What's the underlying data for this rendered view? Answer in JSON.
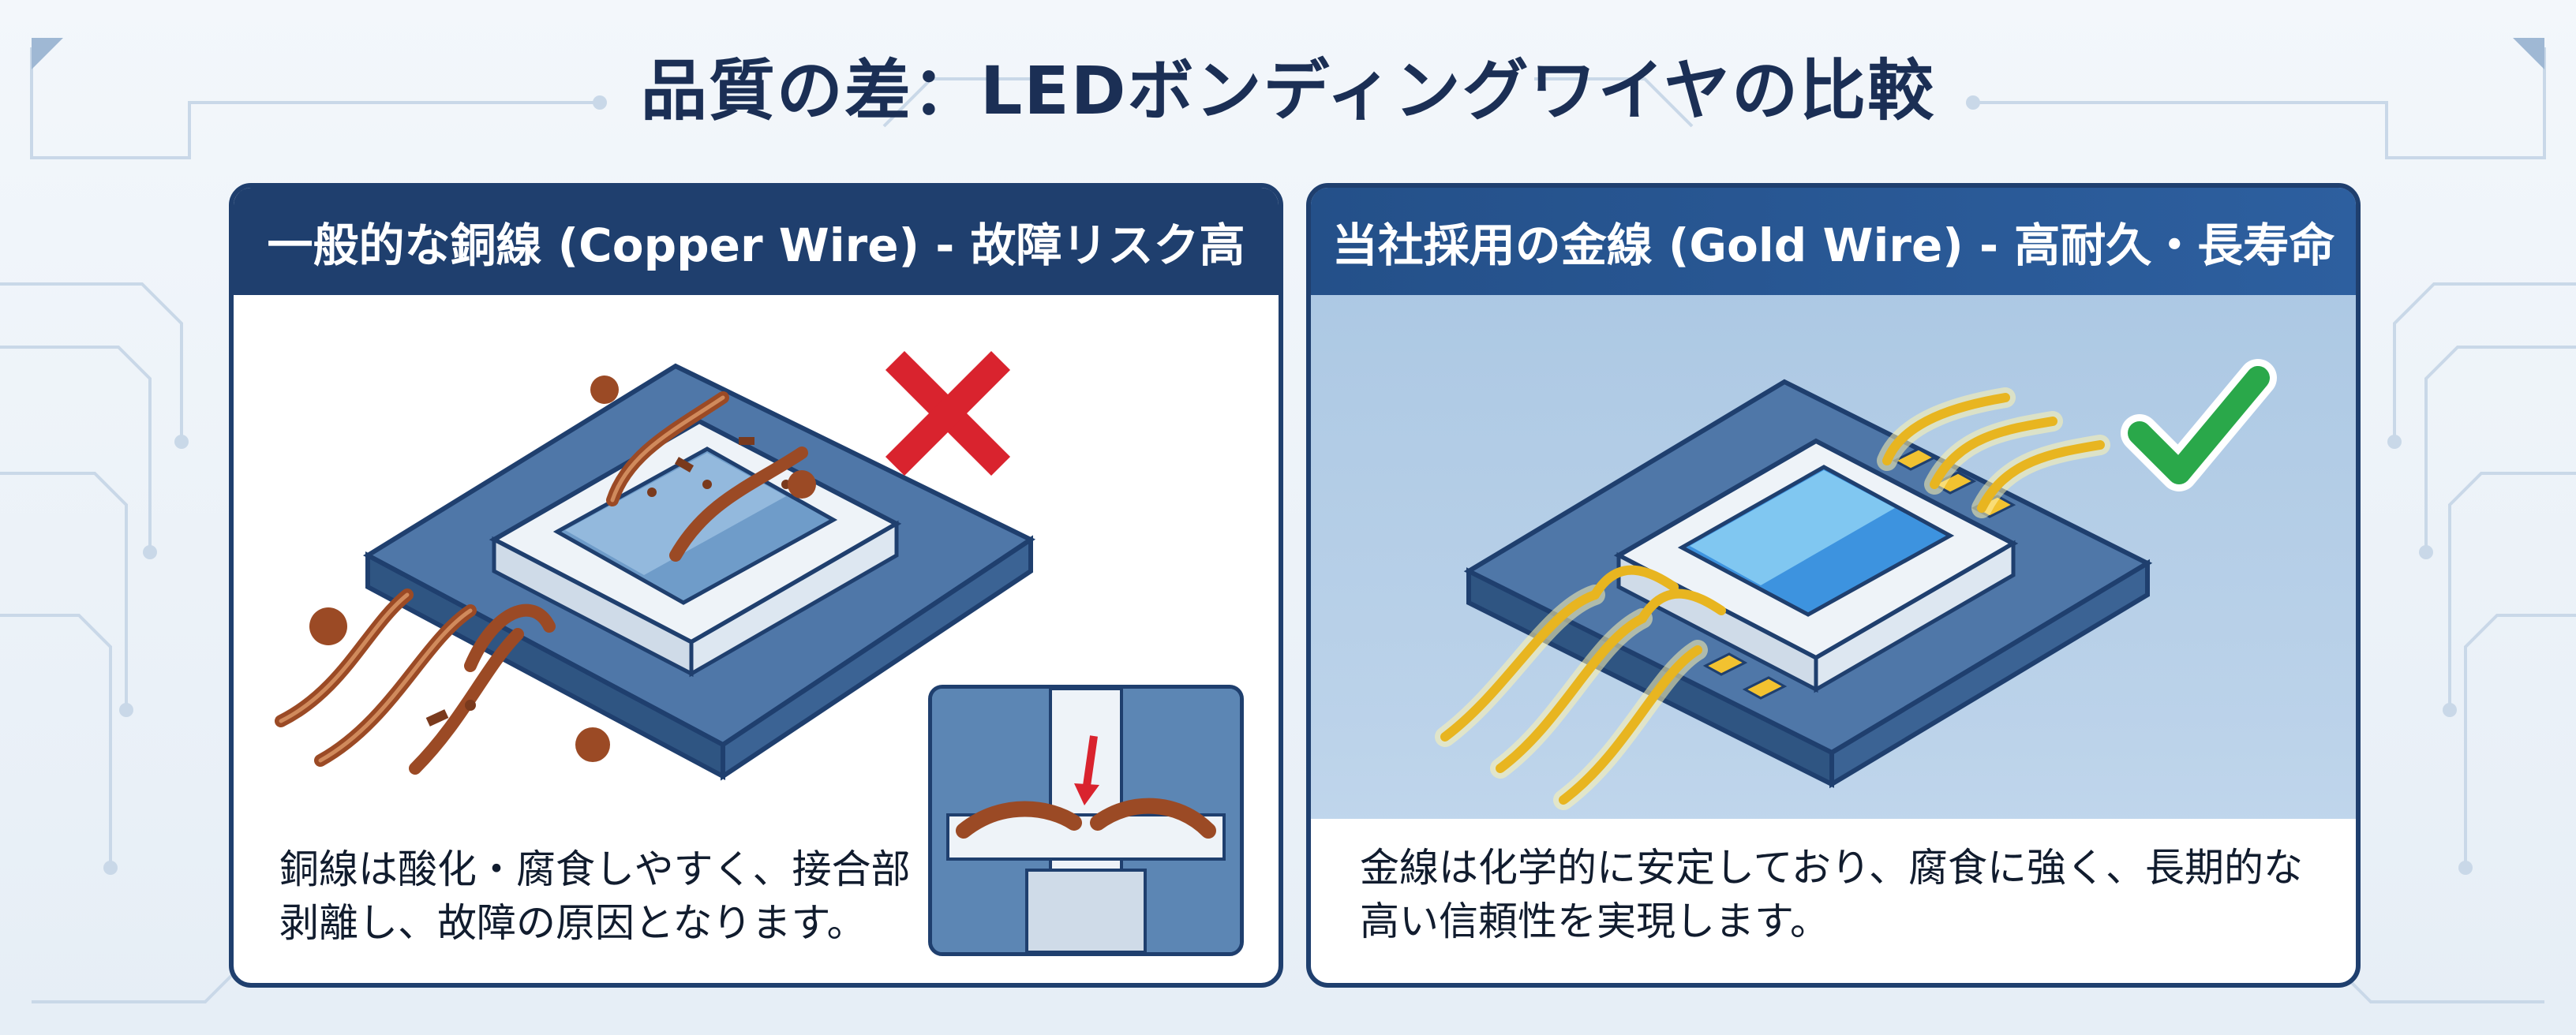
{
  "page": {
    "title": "品質の差：LEDボンディングワイヤの比較"
  },
  "colors": {
    "navy": "#1f3f6e",
    "copper": "#a6532c",
    "gold": "#f2c230",
    "cross_red": "#d9232e",
    "check_green": "#2aa84a",
    "chip_blue": "#4da3e0"
  },
  "left_panel": {
    "header": "一般的な銅線 (Copper Wire) - 故障リスク高",
    "caption_line1": "銅線は酸化・腐食しやすく、接合部",
    "caption_line2": "剥離し、故障の原因となります。",
    "status_icon": "cross-icon"
  },
  "right_panel": {
    "header": "当社採用の金線 (Gold Wire) - 高耐久・長寿命",
    "caption_line1": "金線は化学的に安定しており、腐食に強く、長期的な",
    "caption_line2": "高い信頼性を実現します。",
    "status_icon": "check-icon"
  }
}
